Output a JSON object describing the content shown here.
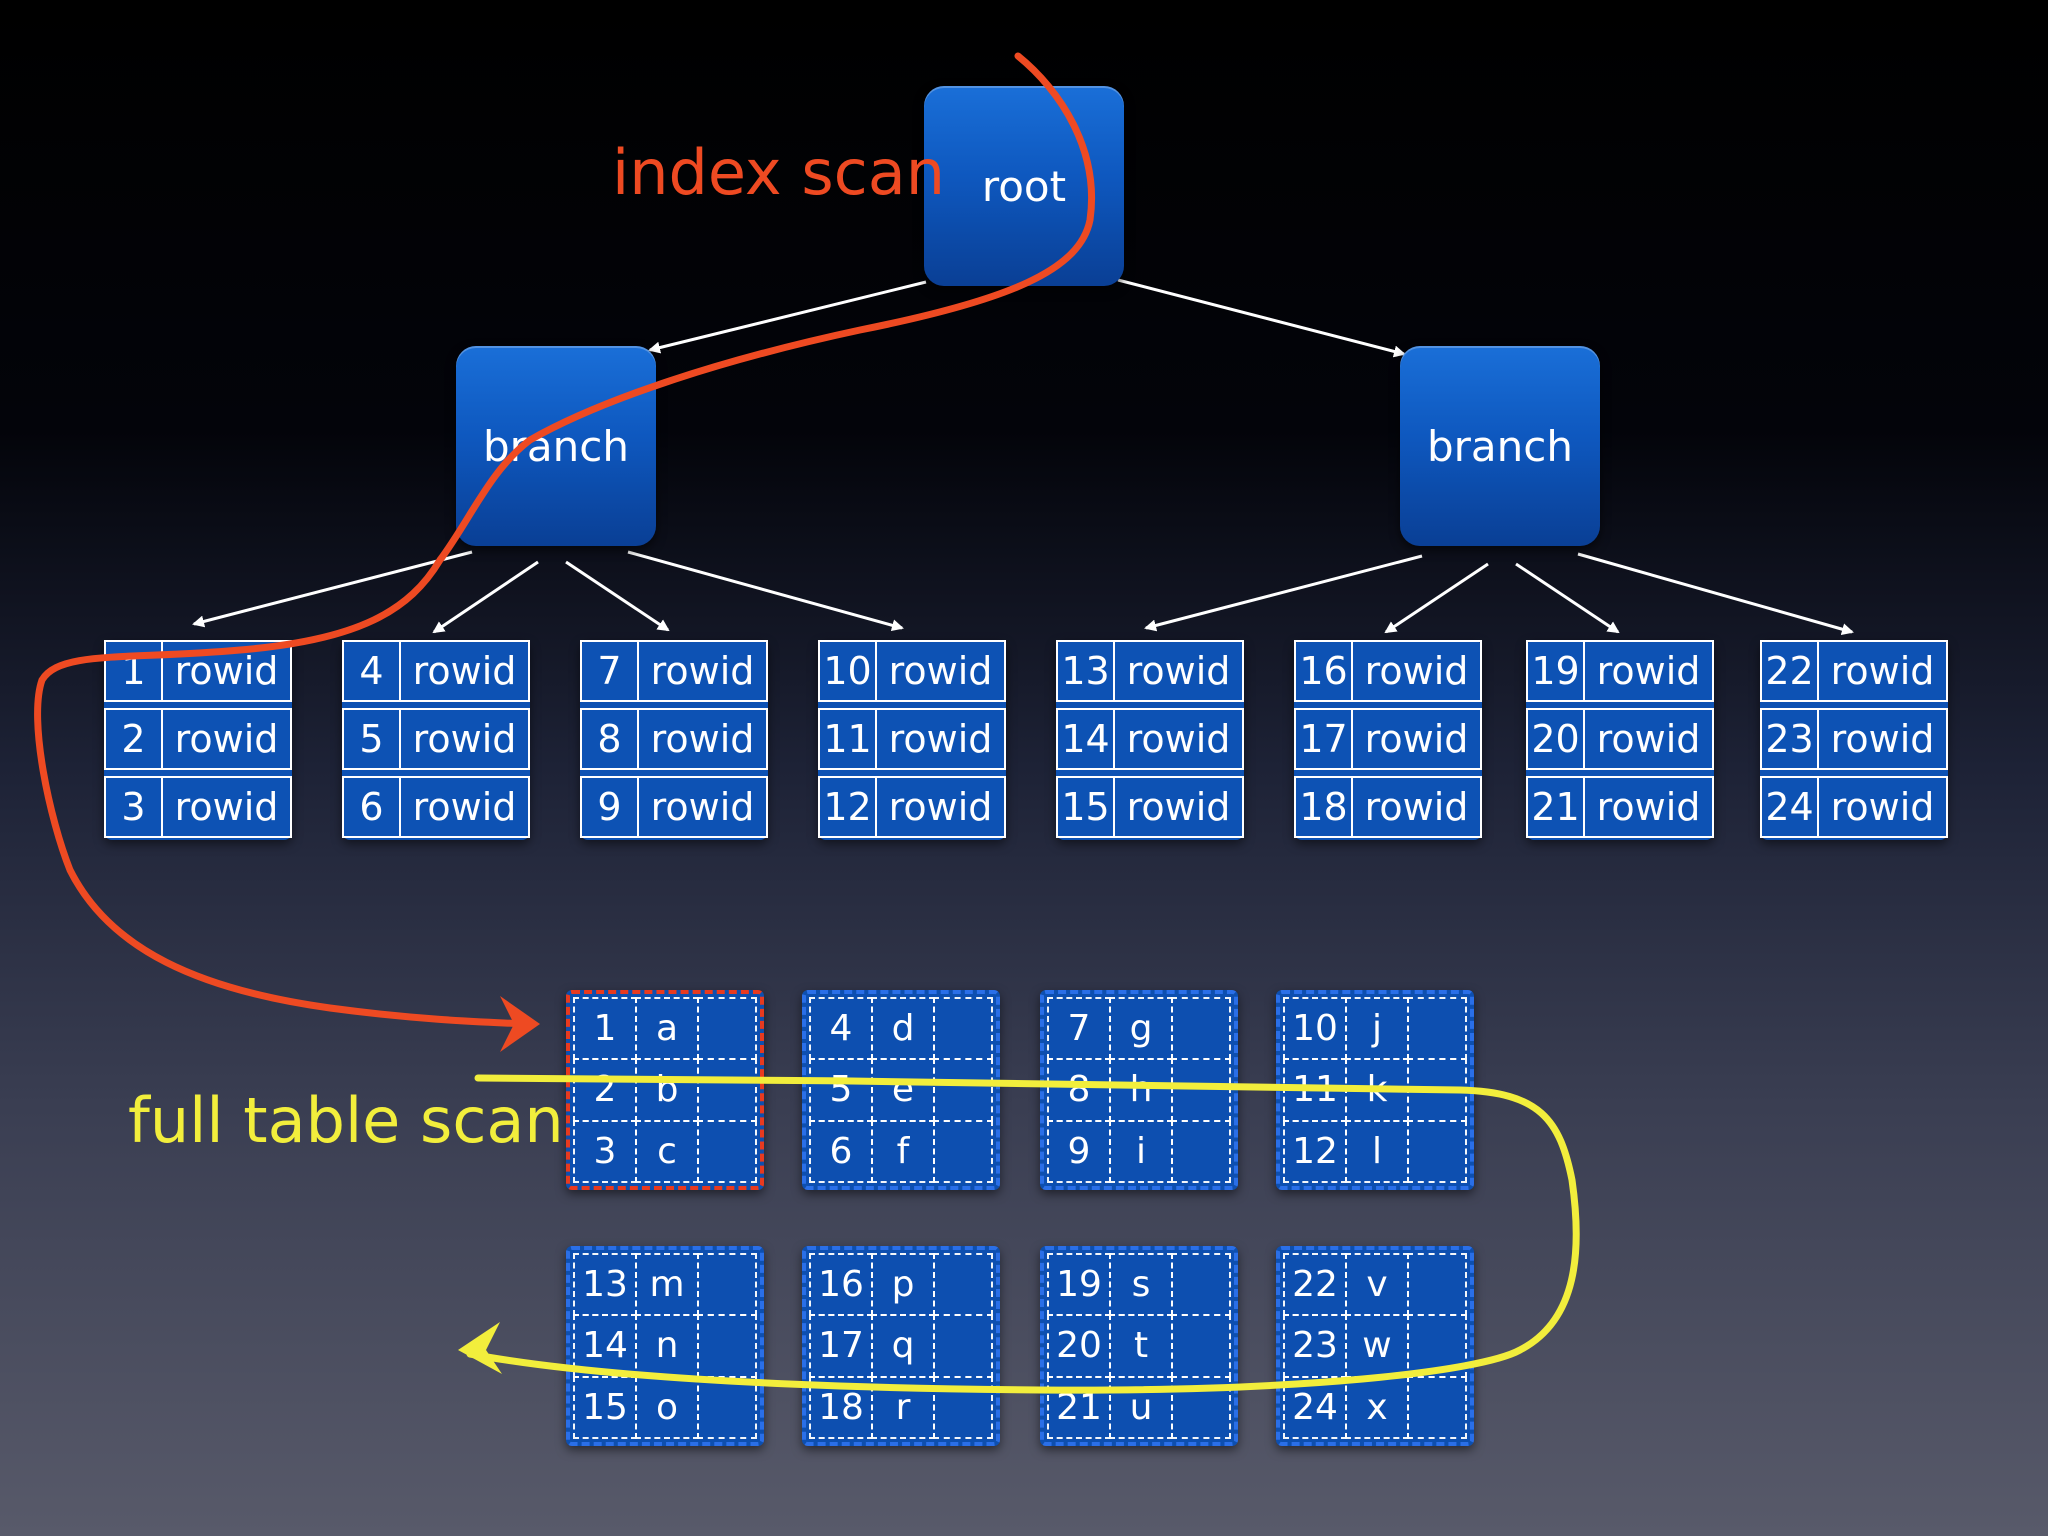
{
  "tree": {
    "root_label": "root",
    "branch_left_label": "branch",
    "branch_right_label": "branch",
    "leaves": [
      [
        [
          "1",
          "rowid"
        ],
        [
          "2",
          "rowid"
        ],
        [
          "3",
          "rowid"
        ]
      ],
      [
        [
          "4",
          "rowid"
        ],
        [
          "5",
          "rowid"
        ],
        [
          "6",
          "rowid"
        ]
      ],
      [
        [
          "7",
          "rowid"
        ],
        [
          "8",
          "rowid"
        ],
        [
          "9",
          "rowid"
        ]
      ],
      [
        [
          "10",
          "rowid"
        ],
        [
          "11",
          "rowid"
        ],
        [
          "12",
          "rowid"
        ]
      ],
      [
        [
          "13",
          "rowid"
        ],
        [
          "14",
          "rowid"
        ],
        [
          "15",
          "rowid"
        ]
      ],
      [
        [
          "16",
          "rowid"
        ],
        [
          "17",
          "rowid"
        ],
        [
          "18",
          "rowid"
        ]
      ],
      [
        [
          "19",
          "rowid"
        ],
        [
          "20",
          "rowid"
        ],
        [
          "21",
          "rowid"
        ]
      ],
      [
        [
          "22",
          "rowid"
        ],
        [
          "23",
          "rowid"
        ],
        [
          "24",
          "rowid"
        ]
      ]
    ]
  },
  "table": {
    "blocks": [
      [
        [
          "1",
          "a"
        ],
        [
          "2",
          "b"
        ],
        [
          "3",
          "c"
        ]
      ],
      [
        [
          "4",
          "d"
        ],
        [
          "5",
          "e"
        ],
        [
          "6",
          "f"
        ]
      ],
      [
        [
          "7",
          "g"
        ],
        [
          "8",
          "h"
        ],
        [
          "9",
          "i"
        ]
      ],
      [
        [
          "10",
          "j"
        ],
        [
          "11",
          "k"
        ],
        [
          "12",
          "l"
        ]
      ],
      [
        [
          "13",
          "m"
        ],
        [
          "14",
          "n"
        ],
        [
          "15",
          "o"
        ]
      ],
      [
        [
          "16",
          "p"
        ],
        [
          "17",
          "q"
        ],
        [
          "18",
          "r"
        ]
      ],
      [
        [
          "19",
          "s"
        ],
        [
          "20",
          "t"
        ],
        [
          "21",
          "u"
        ]
      ],
      [
        [
          "22",
          "v"
        ],
        [
          "23",
          "w"
        ],
        [
          "24",
          "x"
        ]
      ]
    ]
  },
  "labels": {
    "index_scan": "index scan",
    "full_table_scan": "full table scan"
  },
  "colors": {
    "index_scan": "#ee4a22",
    "full_table_scan": "#f2ee3c",
    "node_blue": "#0e58bf"
  }
}
